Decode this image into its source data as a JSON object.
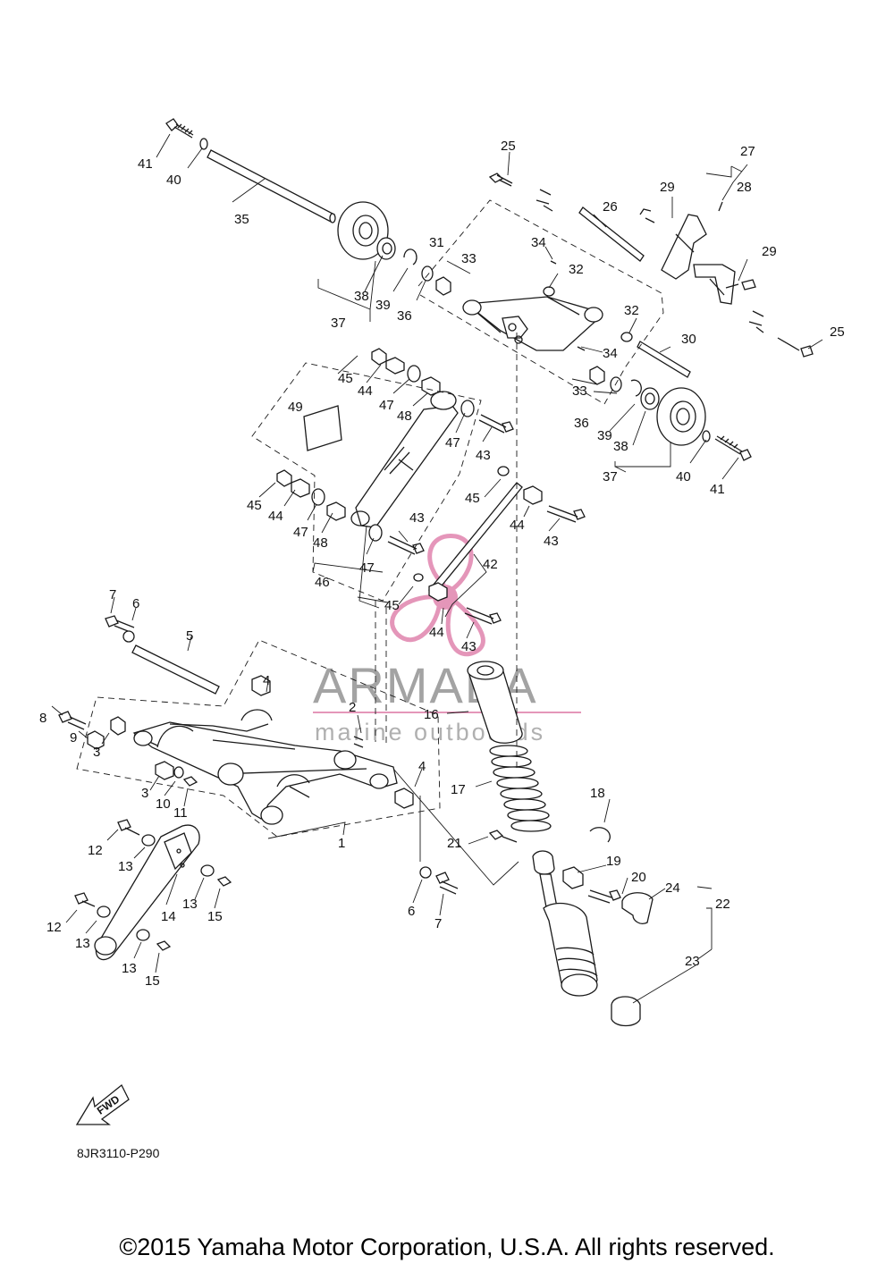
{
  "diagram": {
    "reference_code": "8JR3110-P290",
    "copyright": "©2015 Yamaha Motor Corporation, U.S.A. All rights reserved.",
    "fwd_label": "FWD",
    "watermark": {
      "brand": "ARMADA",
      "tagline": "marine outboards",
      "accent_color": "#e28bb2"
    },
    "callouts": [
      {
        "text": "1"
      },
      {
        "text": "2"
      },
      {
        "text": "3"
      },
      {
        "text": "3"
      },
      {
        "text": "4"
      },
      {
        "text": "4"
      },
      {
        "text": "5"
      },
      {
        "text": "6"
      },
      {
        "text": "6"
      },
      {
        "text": "7"
      },
      {
        "text": "7"
      },
      {
        "text": "8"
      },
      {
        "text": "9"
      },
      {
        "text": "10"
      },
      {
        "text": "11"
      },
      {
        "text": "12"
      },
      {
        "text": "12"
      },
      {
        "text": "13"
      },
      {
        "text": "13"
      },
      {
        "text": "13"
      },
      {
        "text": "13"
      },
      {
        "text": "14"
      },
      {
        "text": "15"
      },
      {
        "text": "15"
      },
      {
        "text": "16"
      },
      {
        "text": "17"
      },
      {
        "text": "18"
      },
      {
        "text": "19"
      },
      {
        "text": "20"
      },
      {
        "text": "21"
      },
      {
        "text": "22"
      },
      {
        "text": "23"
      },
      {
        "text": "24"
      },
      {
        "text": "25"
      },
      {
        "text": "25"
      },
      {
        "text": "26"
      },
      {
        "text": "27"
      },
      {
        "text": "28"
      },
      {
        "text": "29"
      },
      {
        "text": "29"
      },
      {
        "text": "30"
      },
      {
        "text": "31"
      },
      {
        "text": "32"
      },
      {
        "text": "32"
      },
      {
        "text": "33"
      },
      {
        "text": "33"
      },
      {
        "text": "34"
      },
      {
        "text": "34"
      },
      {
        "text": "35"
      },
      {
        "text": "36"
      },
      {
        "text": "36"
      },
      {
        "text": "37"
      },
      {
        "text": "37"
      },
      {
        "text": "38"
      },
      {
        "text": "38"
      },
      {
        "text": "39"
      },
      {
        "text": "39"
      },
      {
        "text": "40"
      },
      {
        "text": "40"
      },
      {
        "text": "41"
      },
      {
        "text": "41"
      },
      {
        "text": "42"
      },
      {
        "text": "43"
      },
      {
        "text": "43"
      },
      {
        "text": "43"
      },
      {
        "text": "43"
      },
      {
        "text": "44"
      },
      {
        "text": "44"
      },
      {
        "text": "44"
      },
      {
        "text": "44"
      },
      {
        "text": "45"
      },
      {
        "text": "45"
      },
      {
        "text": "45"
      },
      {
        "text": "45"
      },
      {
        "text": "46"
      },
      {
        "text": "47"
      },
      {
        "text": "47"
      },
      {
        "text": "47"
      },
      {
        "text": "47"
      },
      {
        "text": "48"
      },
      {
        "text": "48"
      },
      {
        "text": "49"
      }
    ]
  }
}
